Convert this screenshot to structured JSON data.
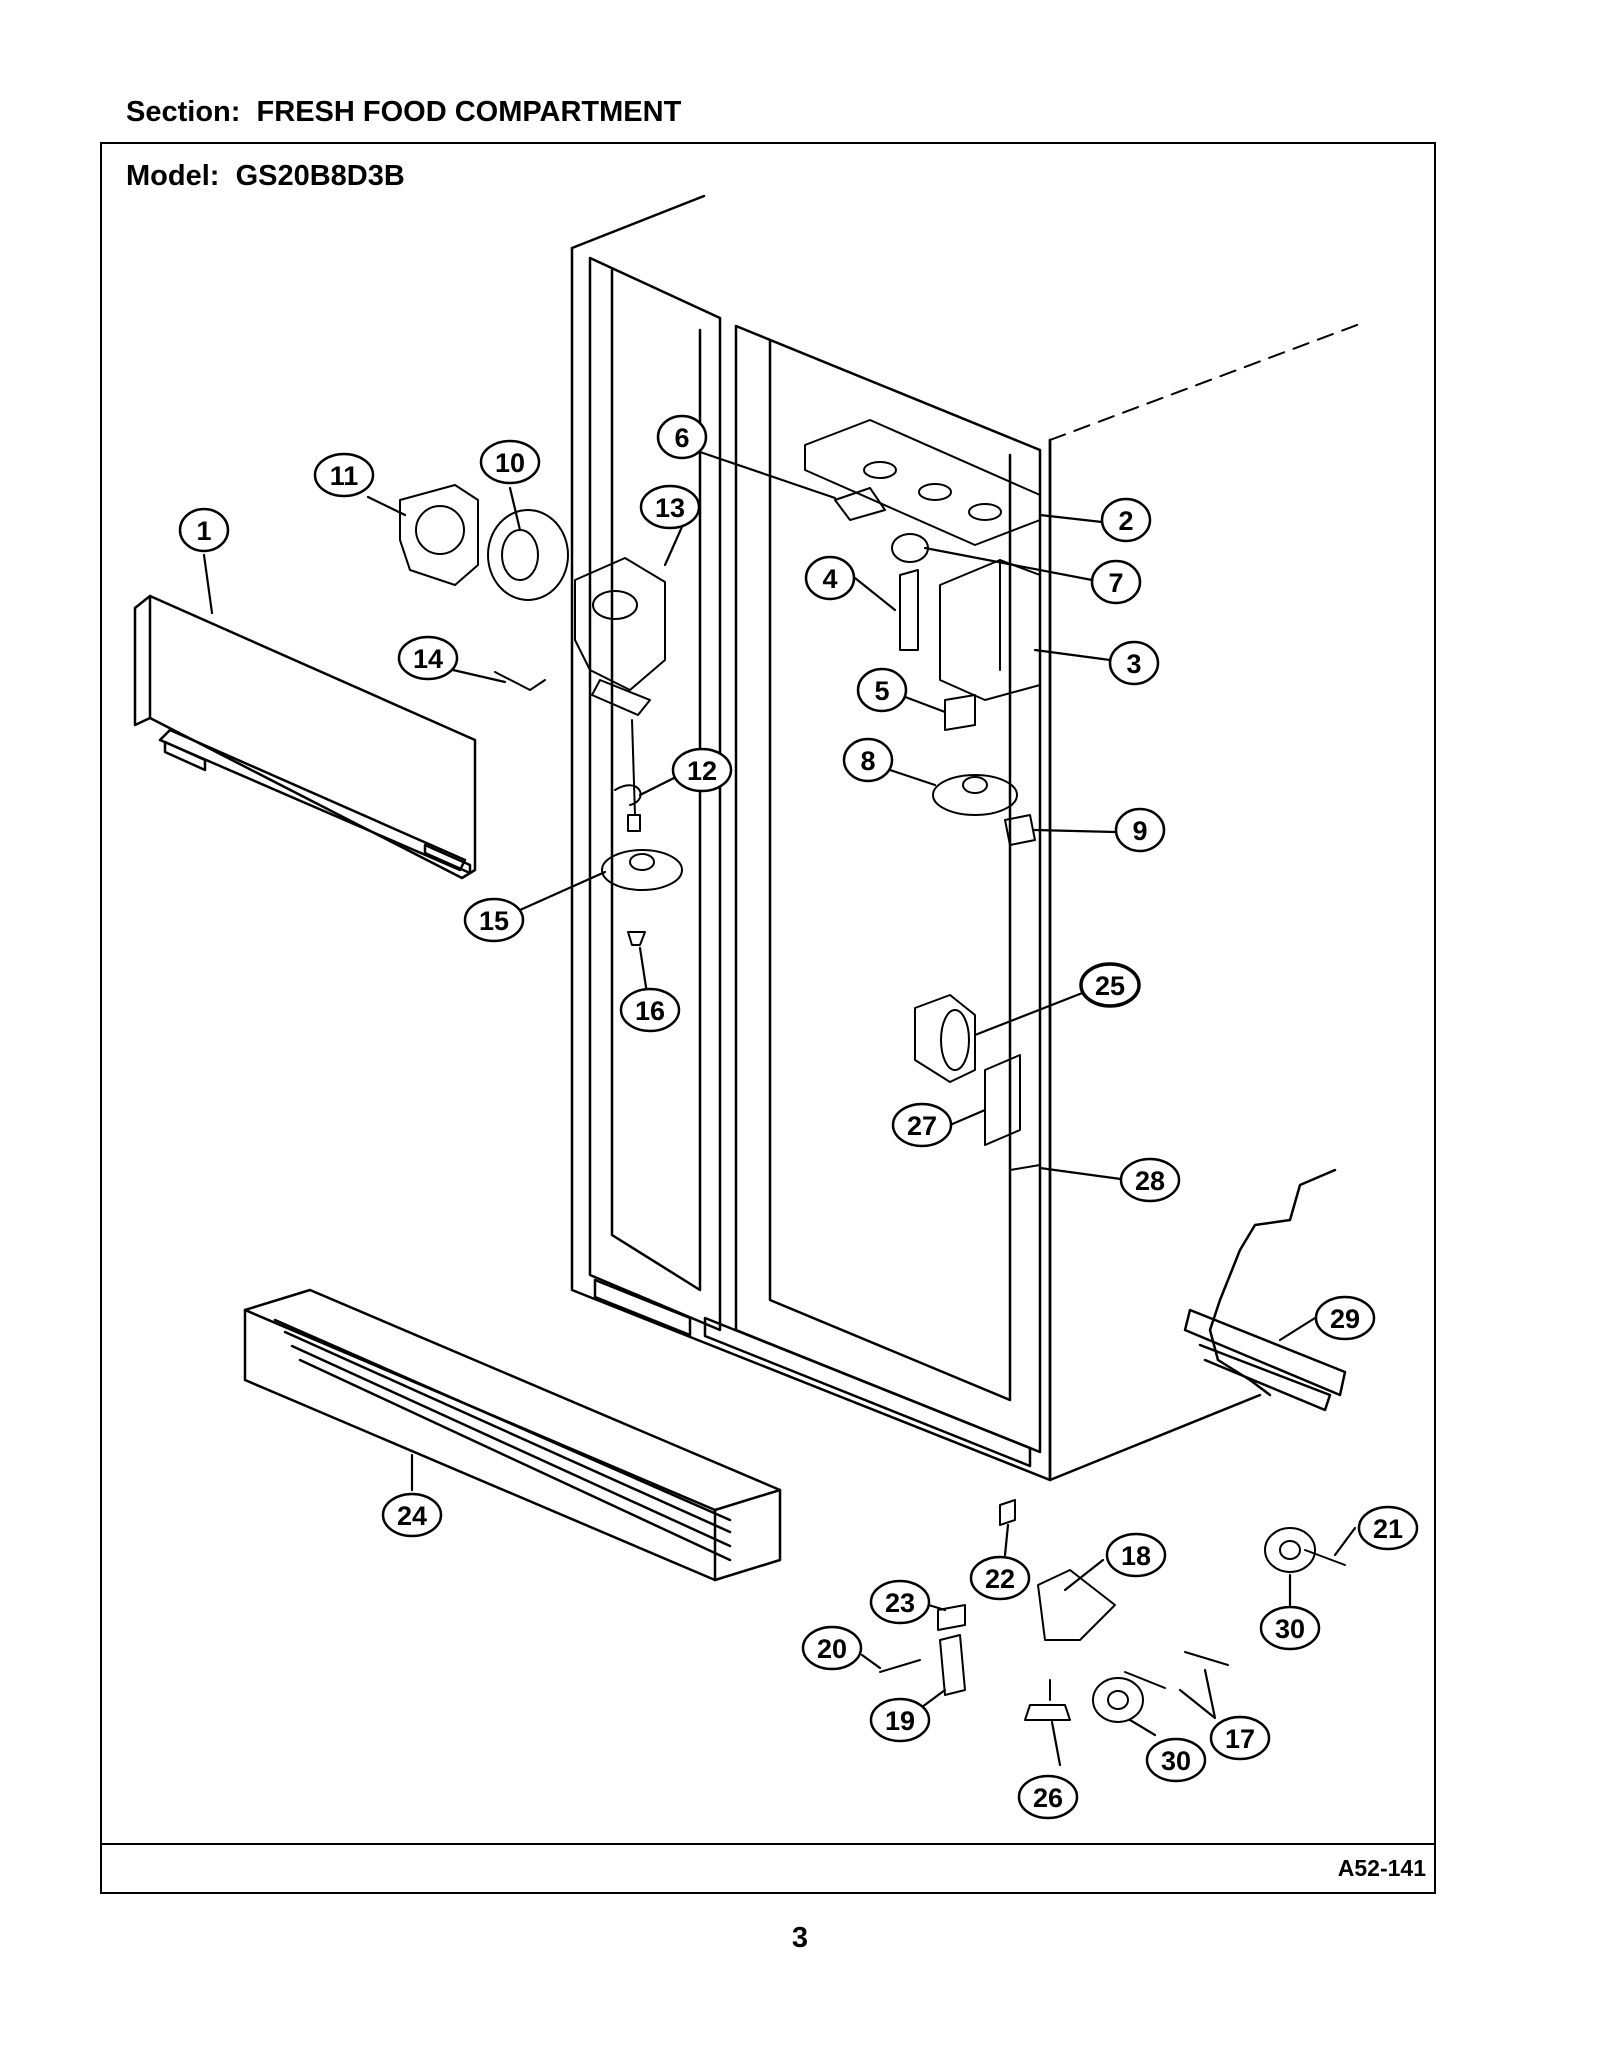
{
  "header": {
    "section_label": "Section:",
    "section_name": "FRESH FOOD COMPARTMENT",
    "model_label": "Model:",
    "model_number": "GS20B8D3B"
  },
  "footer": {
    "drawing_code": "A52-141",
    "page_number": "3"
  },
  "callouts": [
    "1",
    "2",
    "3",
    "4",
    "5",
    "6",
    "7",
    "8",
    "9",
    "10",
    "11",
    "12",
    "13",
    "14",
    "15",
    "16",
    "17",
    "18",
    "19",
    "20",
    "21",
    "22",
    "23",
    "24",
    "25",
    "26",
    "27",
    "28",
    "29",
    "30",
    "30"
  ]
}
